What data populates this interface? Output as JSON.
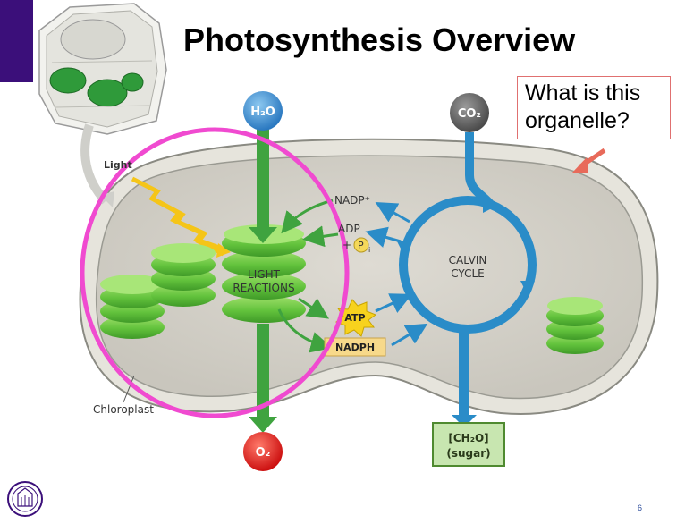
{
  "slide": {
    "title": "Photosynthesis Overview",
    "page_number": "6"
  },
  "callout": {
    "line1": "What is this",
    "line2": "organelle?"
  },
  "diagram": {
    "light_label": "Light",
    "h2o": "H₂O",
    "co2": "CO₂",
    "o2": "O₂",
    "nadp_plus": "NADP⁺",
    "adp": "ADP",
    "plus": "+",
    "pi": "P",
    "pi_sub": "i",
    "light_reactions_line1": "LIGHT",
    "light_reactions_line2": "REACTIONS",
    "calvin_line1": "CALVIN",
    "calvin_line2": "CYCLE",
    "atp": "ATP",
    "nadph": "NADPH",
    "sugar_line1": "[CH₂O]",
    "sugar_line2": "(sugar)",
    "chloroplast": "Chloroplast"
  },
  "colors": {
    "accent_purple": "#3b0f7a",
    "highlight_circle": "#f04ad0",
    "arrow_green": "#3fa33f",
    "arrow_blue": "#2a8cc8",
    "h2o_blue": "#3a8fd0",
    "o2_red": "#e02828",
    "co2_gray": "#6a6a6a",
    "atp_yellow": "#f7d21e",
    "stroma": "#d6d6cf",
    "thylakoid_green": "#7dd24a"
  },
  "icons": {
    "logo": "university-seal-icon",
    "cell": "plant-cell-icon"
  }
}
